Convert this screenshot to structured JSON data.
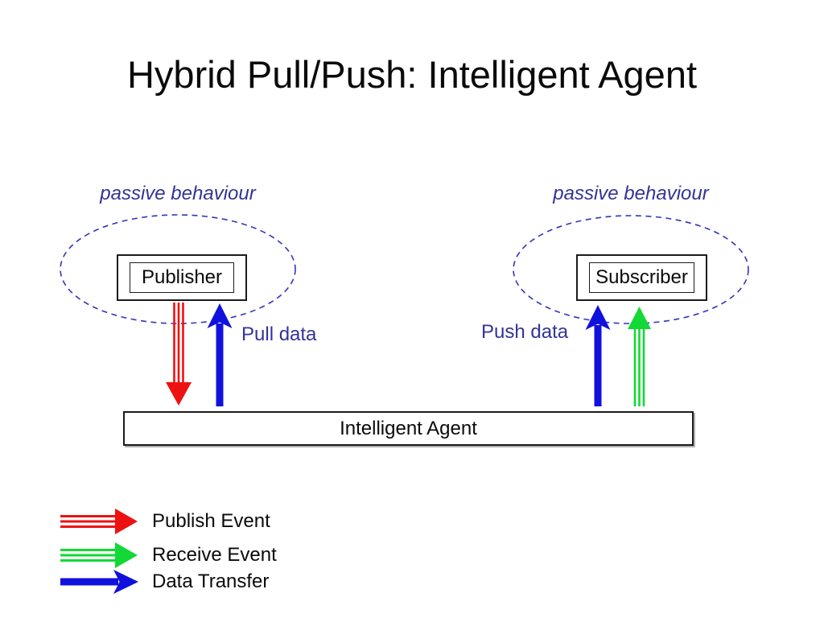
{
  "slide": {
    "title": "Hybrid Pull/Push: Intelligent Agent"
  },
  "publisher": {
    "behaviour_label": "passive behaviour",
    "box_label": "Publisher"
  },
  "subscriber": {
    "behaviour_label": "passive behaviour",
    "box_label": "Subscriber"
  },
  "flows": {
    "pull_label": "Pull data",
    "push_label": "Push data"
  },
  "agent": {
    "label": "Intelligent Agent"
  },
  "legend": {
    "items": [
      {
        "icon": "publish-event-arrow-icon",
        "label": "Publish Event"
      },
      {
        "icon": "receive-event-arrow-icon",
        "label": "Receive Event"
      },
      {
        "icon": "data-transfer-arrow-icon",
        "label": "Data Transfer"
      }
    ]
  },
  "colors": {
    "publish_event_red": "#ee1111",
    "receive_event_green": "#12d935",
    "data_transfer_blue": "#1111dd",
    "annotation_blue": "#333399",
    "ellipse_dash_blue": "#3434bb",
    "text_black": "#0a0a0a",
    "background_white": "#ffffff"
  }
}
